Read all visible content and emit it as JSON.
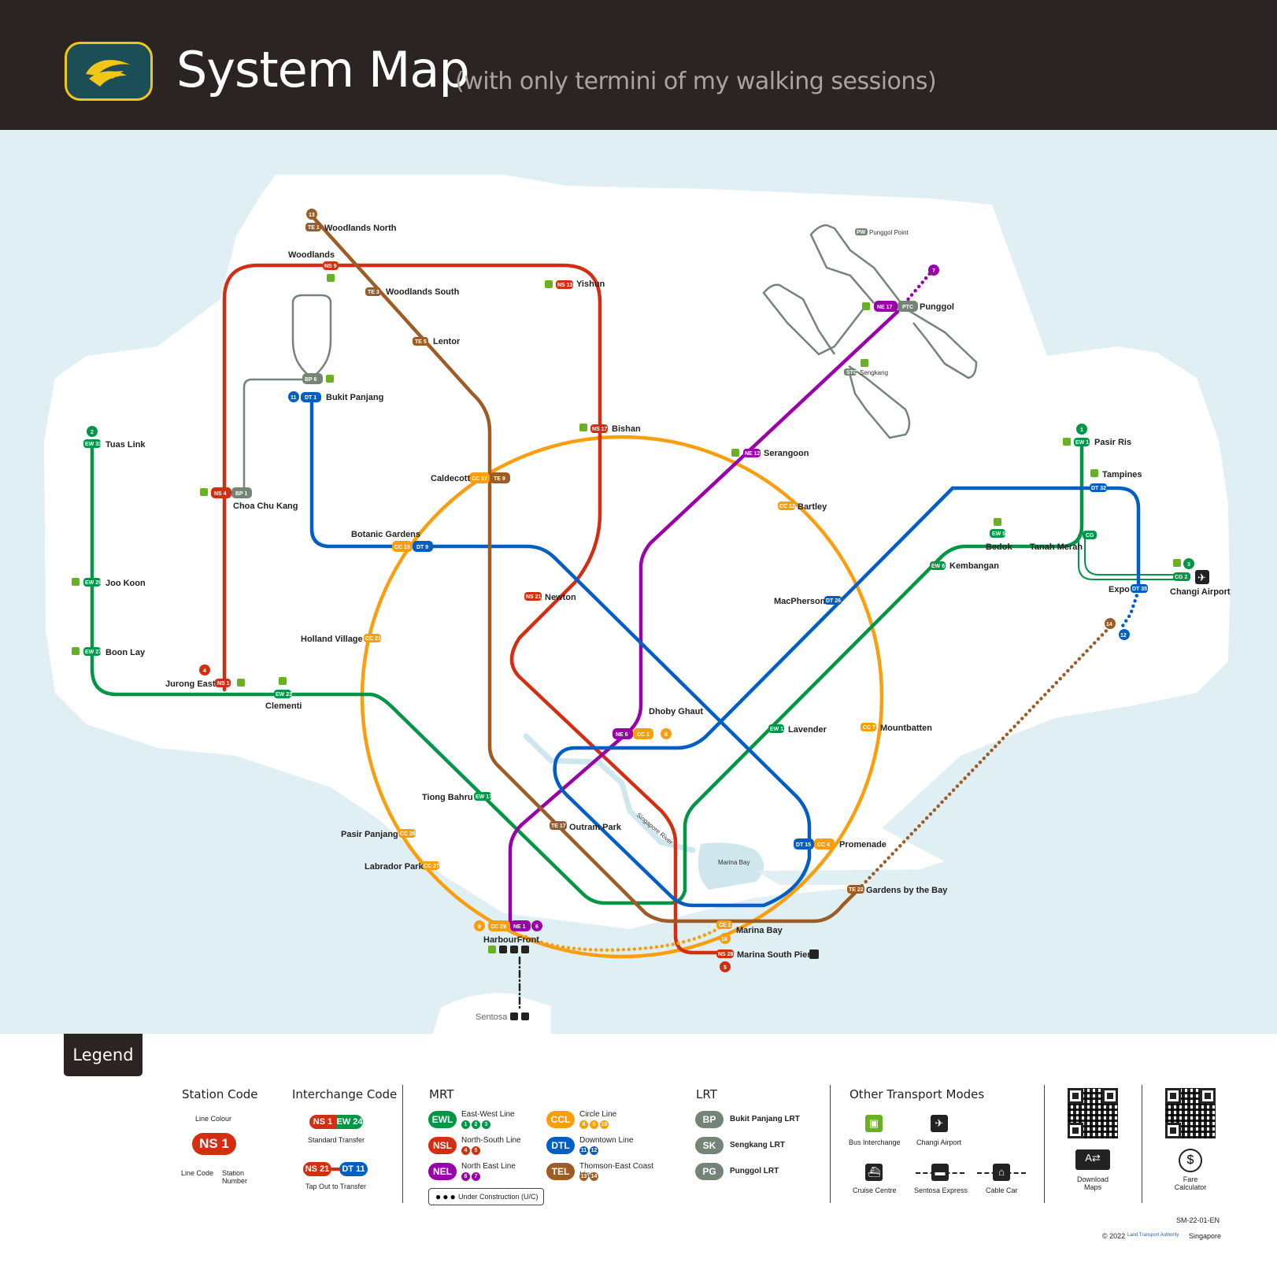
{
  "header": {
    "title": "System Map",
    "subtitle": "(with only termini of my walking sessions)"
  },
  "colors": {
    "EWL": "#009645",
    "NSL": "#d42e12",
    "NEL": "#9900aa",
    "CCL": "#fa9e0d",
    "DTL": "#005ec4",
    "TEL": "#9d5b25",
    "LRT": "#748477",
    "header": "#2b2422"
  },
  "stations": {
    "woodlands_north": {
      "name": "Woodlands North",
      "code": "TE 1"
    },
    "woodlands": {
      "name": "Woodlands",
      "code": "NS 9"
    },
    "woodlands_south": {
      "name": "Woodlands South",
      "code": "TE 3"
    },
    "yishun": {
      "name": "Yishun",
      "code": "NS 13"
    },
    "lentor": {
      "name": "Lentor",
      "code": "TE 5"
    },
    "bukit_panjang": {
      "name": "Bukit Panjang",
      "code": "DT 1",
      "lrt": "BP 6"
    },
    "bishan": {
      "name": "Bishan",
      "code": "NS 17"
    },
    "serangoon": {
      "name": "Serangoon",
      "code": "NE 12"
    },
    "punggol": {
      "name": "Punggol",
      "code": "NE 17",
      "lrt": "PTC"
    },
    "punggol_point": {
      "name": "Punggol Point",
      "code": "PW 3"
    },
    "sengkang": {
      "name": "Sengkang",
      "code": "STC"
    },
    "tuas_link": {
      "name": "Tuas Link",
      "code": "EW 33"
    },
    "caldecott": {
      "name": "Caldecott",
      "code": "CC 17",
      "code2": "TE 9"
    },
    "choa_chu_kang": {
      "name": "Choa Chu Kang",
      "code": "NS 4",
      "code2": "BP 1"
    },
    "bartley": {
      "name": "Bartley",
      "code": "CC 12"
    },
    "pasir_ris": {
      "name": "Pasir Ris",
      "code": "EW 1"
    },
    "tampines": {
      "name": "Tampines",
      "code": "DT 32"
    },
    "botanic_gardens": {
      "name": "Botanic Gardens",
      "code": "CC 19",
      "code2": "DT 9"
    },
    "bedok": {
      "name": "Bedok",
      "code": "EW 5"
    },
    "tanah_merah": {
      "name": "Tanah Merah",
      "code": "CG"
    },
    "kembangan": {
      "name": "Kembangan",
      "code": "EW 6"
    },
    "joo_koon": {
      "name": "Joo Koon",
      "code": "EW 29"
    },
    "newton": {
      "name": "Newton",
      "code": "NS 21"
    },
    "macpherson": {
      "name": "MacPherson",
      "code": "DT 26"
    },
    "expo": {
      "name": "Expo",
      "code": "DT 35"
    },
    "changi_airport": {
      "name": "Changi Airport",
      "code": "CG 2"
    },
    "holland_village": {
      "name": "Holland Village",
      "code": "CC 21"
    },
    "boon_lay": {
      "name": "Boon Lay",
      "code": "EW 27"
    },
    "jurong_east": {
      "name": "Jurong East",
      "code": "NS 1"
    },
    "clementi": {
      "name": "Clementi",
      "code": "EW 23"
    },
    "dhoby_ghaut": {
      "name": "Dhoby Ghaut",
      "code": "NE 6",
      "code2": "CC 1"
    },
    "lavender": {
      "name": "Lavender",
      "code": "EW 11"
    },
    "mountbatten": {
      "name": "Mountbatten",
      "code": "CC 7"
    },
    "tiong_bahru": {
      "name": "Tiong Bahru",
      "code": "EW 17"
    },
    "outram_park": {
      "name": "Outram Park",
      "code": "TE 17"
    },
    "pasir_panjang": {
      "name": "Pasir Panjang",
      "code": "CC 26"
    },
    "promenade": {
      "name": "Promenade",
      "code": "DT 15",
      "code2": "CC 4"
    },
    "labrador_park": {
      "name": "Labrador Park",
      "code": "CC 27"
    },
    "gardens_by_the_bay": {
      "name": "Gardens by the Bay",
      "code": "TE 22"
    },
    "harbourfront": {
      "name": "HarbourFront",
      "code": "CC 29",
      "code2": "NE 1"
    },
    "marina_bay": {
      "name": "Marina Bay",
      "code": "CE 2"
    },
    "marina_south_pier": {
      "name": "Marina South Pier",
      "code": "NS 28"
    },
    "sentosa": {
      "name": "Sentosa"
    }
  },
  "map_labels": {
    "marina_bay_water": "Marina Bay",
    "singapore_river": "Singapore River"
  },
  "line_numbers": {
    "n13": "13",
    "n7": "7",
    "n11": "11",
    "n2": "2",
    "n1": "1",
    "n3": "3",
    "n4": "4",
    "n8": "8",
    "n14": "14",
    "n12": "12",
    "n9": "9",
    "n6": "6",
    "n10": "10",
    "n5": "5"
  },
  "legend": {
    "tab": "Legend",
    "station_code": {
      "heading": "Station Code",
      "line_colour": "Line Colour",
      "sample": "NS 1",
      "line_code": "Line Code",
      "station_number": "Station Number"
    },
    "interchange_code": {
      "heading": "Interchange Code",
      "a1": "NS 1",
      "a2": "EW 24",
      "standard": "Standard Transfer",
      "b1": "NS 21",
      "b2": "DT 11",
      "tap": "Tap Out to Transfer"
    },
    "mrt": {
      "heading": "MRT",
      "lines": [
        {
          "code": "EWL",
          "name": "East-West Line",
          "numbers": [
            "1",
            "2",
            "3"
          ]
        },
        {
          "code": "NSL",
          "name": "North-South Line",
          "numbers": [
            "4",
            "5"
          ]
        },
        {
          "code": "NEL",
          "name": "North East Line",
          "numbers": [
            "6",
            "7"
          ]
        },
        {
          "code": "CCL",
          "name": "Circle Line",
          "numbers": [
            "8",
            "9",
            "10"
          ]
        },
        {
          "code": "DTL",
          "name": "Downtown Line",
          "numbers": [
            "11",
            "12"
          ]
        },
        {
          "code": "TEL",
          "name": "Thomson-East Coast Line",
          "numbers": [
            "13",
            "14"
          ]
        }
      ],
      "under_construction": "Under Construction (U/C)"
    },
    "lrt": {
      "heading": "LRT",
      "lines": [
        {
          "code": "BP",
          "name": "Bukit Panjang LRT"
        },
        {
          "code": "SK",
          "name": "Sengkang LRT"
        },
        {
          "code": "PG",
          "name": "Punggol LRT"
        }
      ]
    },
    "other": {
      "heading": "Other Transport Modes",
      "bus": "Bus Interchange",
      "airport": "Changi Airport",
      "cruise": "Cruise Centre",
      "sentosa_express": "Sentosa Express",
      "cable_car": "Cable Car"
    },
    "download_maps": "Download Maps",
    "fare_calculator": "Fare Calculator",
    "doc_code": "SM-22-01-EN",
    "copyright": "© 2022",
    "lta": "Land Transport Authority",
    "singapore": "Singapore"
  }
}
